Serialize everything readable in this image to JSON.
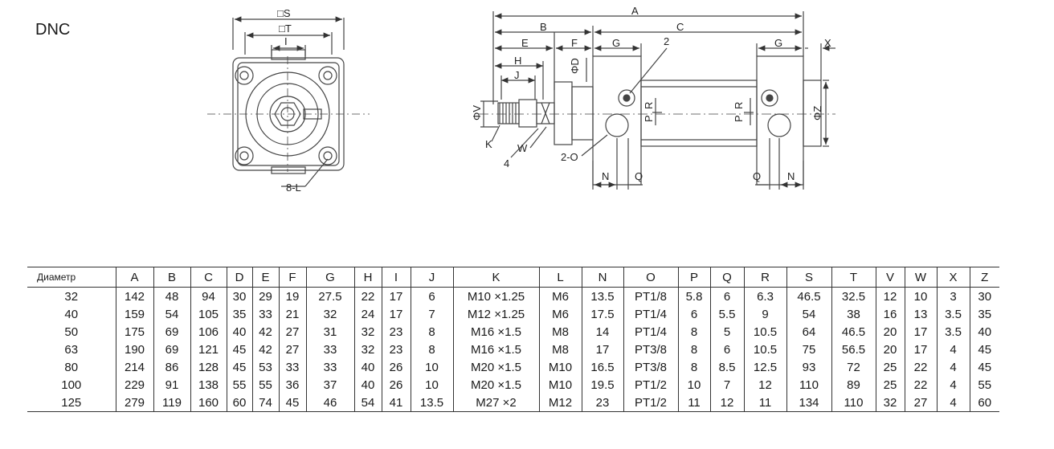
{
  "title": "DNC",
  "drawing_labels": {
    "S": "□S",
    "T": "□T",
    "I": "I",
    "L8": "8-L",
    "A": "A",
    "B": "B",
    "C": "C",
    "E": "E",
    "F": "F",
    "G1": "G",
    "G2": "G",
    "X": "X",
    "H": "H",
    "J": "J",
    "D": "ΦD",
    "V": "ΦV",
    "K": "K",
    "W": "W",
    "four": "4",
    "O2": "2-O",
    "two": "2",
    "PR1": "P",
    "R1": "R",
    "PR2": "P",
    "R2": "R",
    "Z": "ΦZ",
    "N1": "N",
    "Q1": "Q",
    "Q2": "Q",
    "N2": "N"
  },
  "table": {
    "headers": [
      "Диаметр",
      "A",
      "B",
      "C",
      "D",
      "E",
      "F",
      "G",
      "H",
      "I",
      "J",
      "K",
      "L",
      "N",
      "O",
      "P",
      "Q",
      "R",
      "S",
      "T",
      "V",
      "W",
      "X",
      "Z"
    ],
    "rows": [
      [
        "32",
        "142",
        "48",
        "94",
        "30",
        "29",
        "19",
        "27.5",
        "22",
        "17",
        "6",
        "M10 ×1.25",
        "M6",
        "13.5",
        "PT1/8",
        "5.8",
        "6",
        "6.3",
        "46.5",
        "32.5",
        "12",
        "10",
        "3",
        "30"
      ],
      [
        "40",
        "159",
        "54",
        "105",
        "35",
        "33",
        "21",
        "32",
        "24",
        "17",
        "7",
        "M12 ×1.25",
        "M6",
        "17.5",
        "PT1/4",
        "6",
        "5.5",
        "9",
        "54",
        "38",
        "16",
        "13",
        "3.5",
        "35"
      ],
      [
        "50",
        "175",
        "69",
        "106",
        "40",
        "42",
        "27",
        "31",
        "32",
        "23",
        "8",
        "M16 ×1.5",
        "M8",
        "14",
        "PT1/4",
        "8",
        "5",
        "10.5",
        "64",
        "46.5",
        "20",
        "17",
        "3.5",
        "40"
      ],
      [
        "63",
        "190",
        "69",
        "121",
        "45",
        "42",
        "27",
        "33",
        "32",
        "23",
        "8",
        "M16 ×1.5",
        "M8",
        "17",
        "PT3/8",
        "8",
        "6",
        "10.5",
        "75",
        "56.5",
        "20",
        "17",
        "4",
        "45"
      ],
      [
        "80",
        "214",
        "86",
        "128",
        "45",
        "53",
        "33",
        "33",
        "40",
        "26",
        "10",
        "M20 ×1.5",
        "M10",
        "16.5",
        "PT3/8",
        "8",
        "8.5",
        "12.5",
        "93",
        "72",
        "25",
        "22",
        "4",
        "45"
      ],
      [
        "100",
        "229",
        "91",
        "138",
        "55",
        "55",
        "36",
        "37",
        "40",
        "26",
        "10",
        "M20 ×1.5",
        "M10",
        "19.5",
        "PT1/2",
        "10",
        "7",
        "12",
        "110",
        "89",
        "25",
        "22",
        "4",
        "55"
      ],
      [
        "125",
        "279",
        "119",
        "160",
        "60",
        "74",
        "45",
        "46",
        "54",
        "41",
        "13.5",
        "M27 ×2",
        "M12",
        "23",
        "PT1/2",
        "11",
        "12",
        "11",
        "134",
        "110",
        "32",
        "27",
        "4",
        "60"
      ]
    ]
  }
}
